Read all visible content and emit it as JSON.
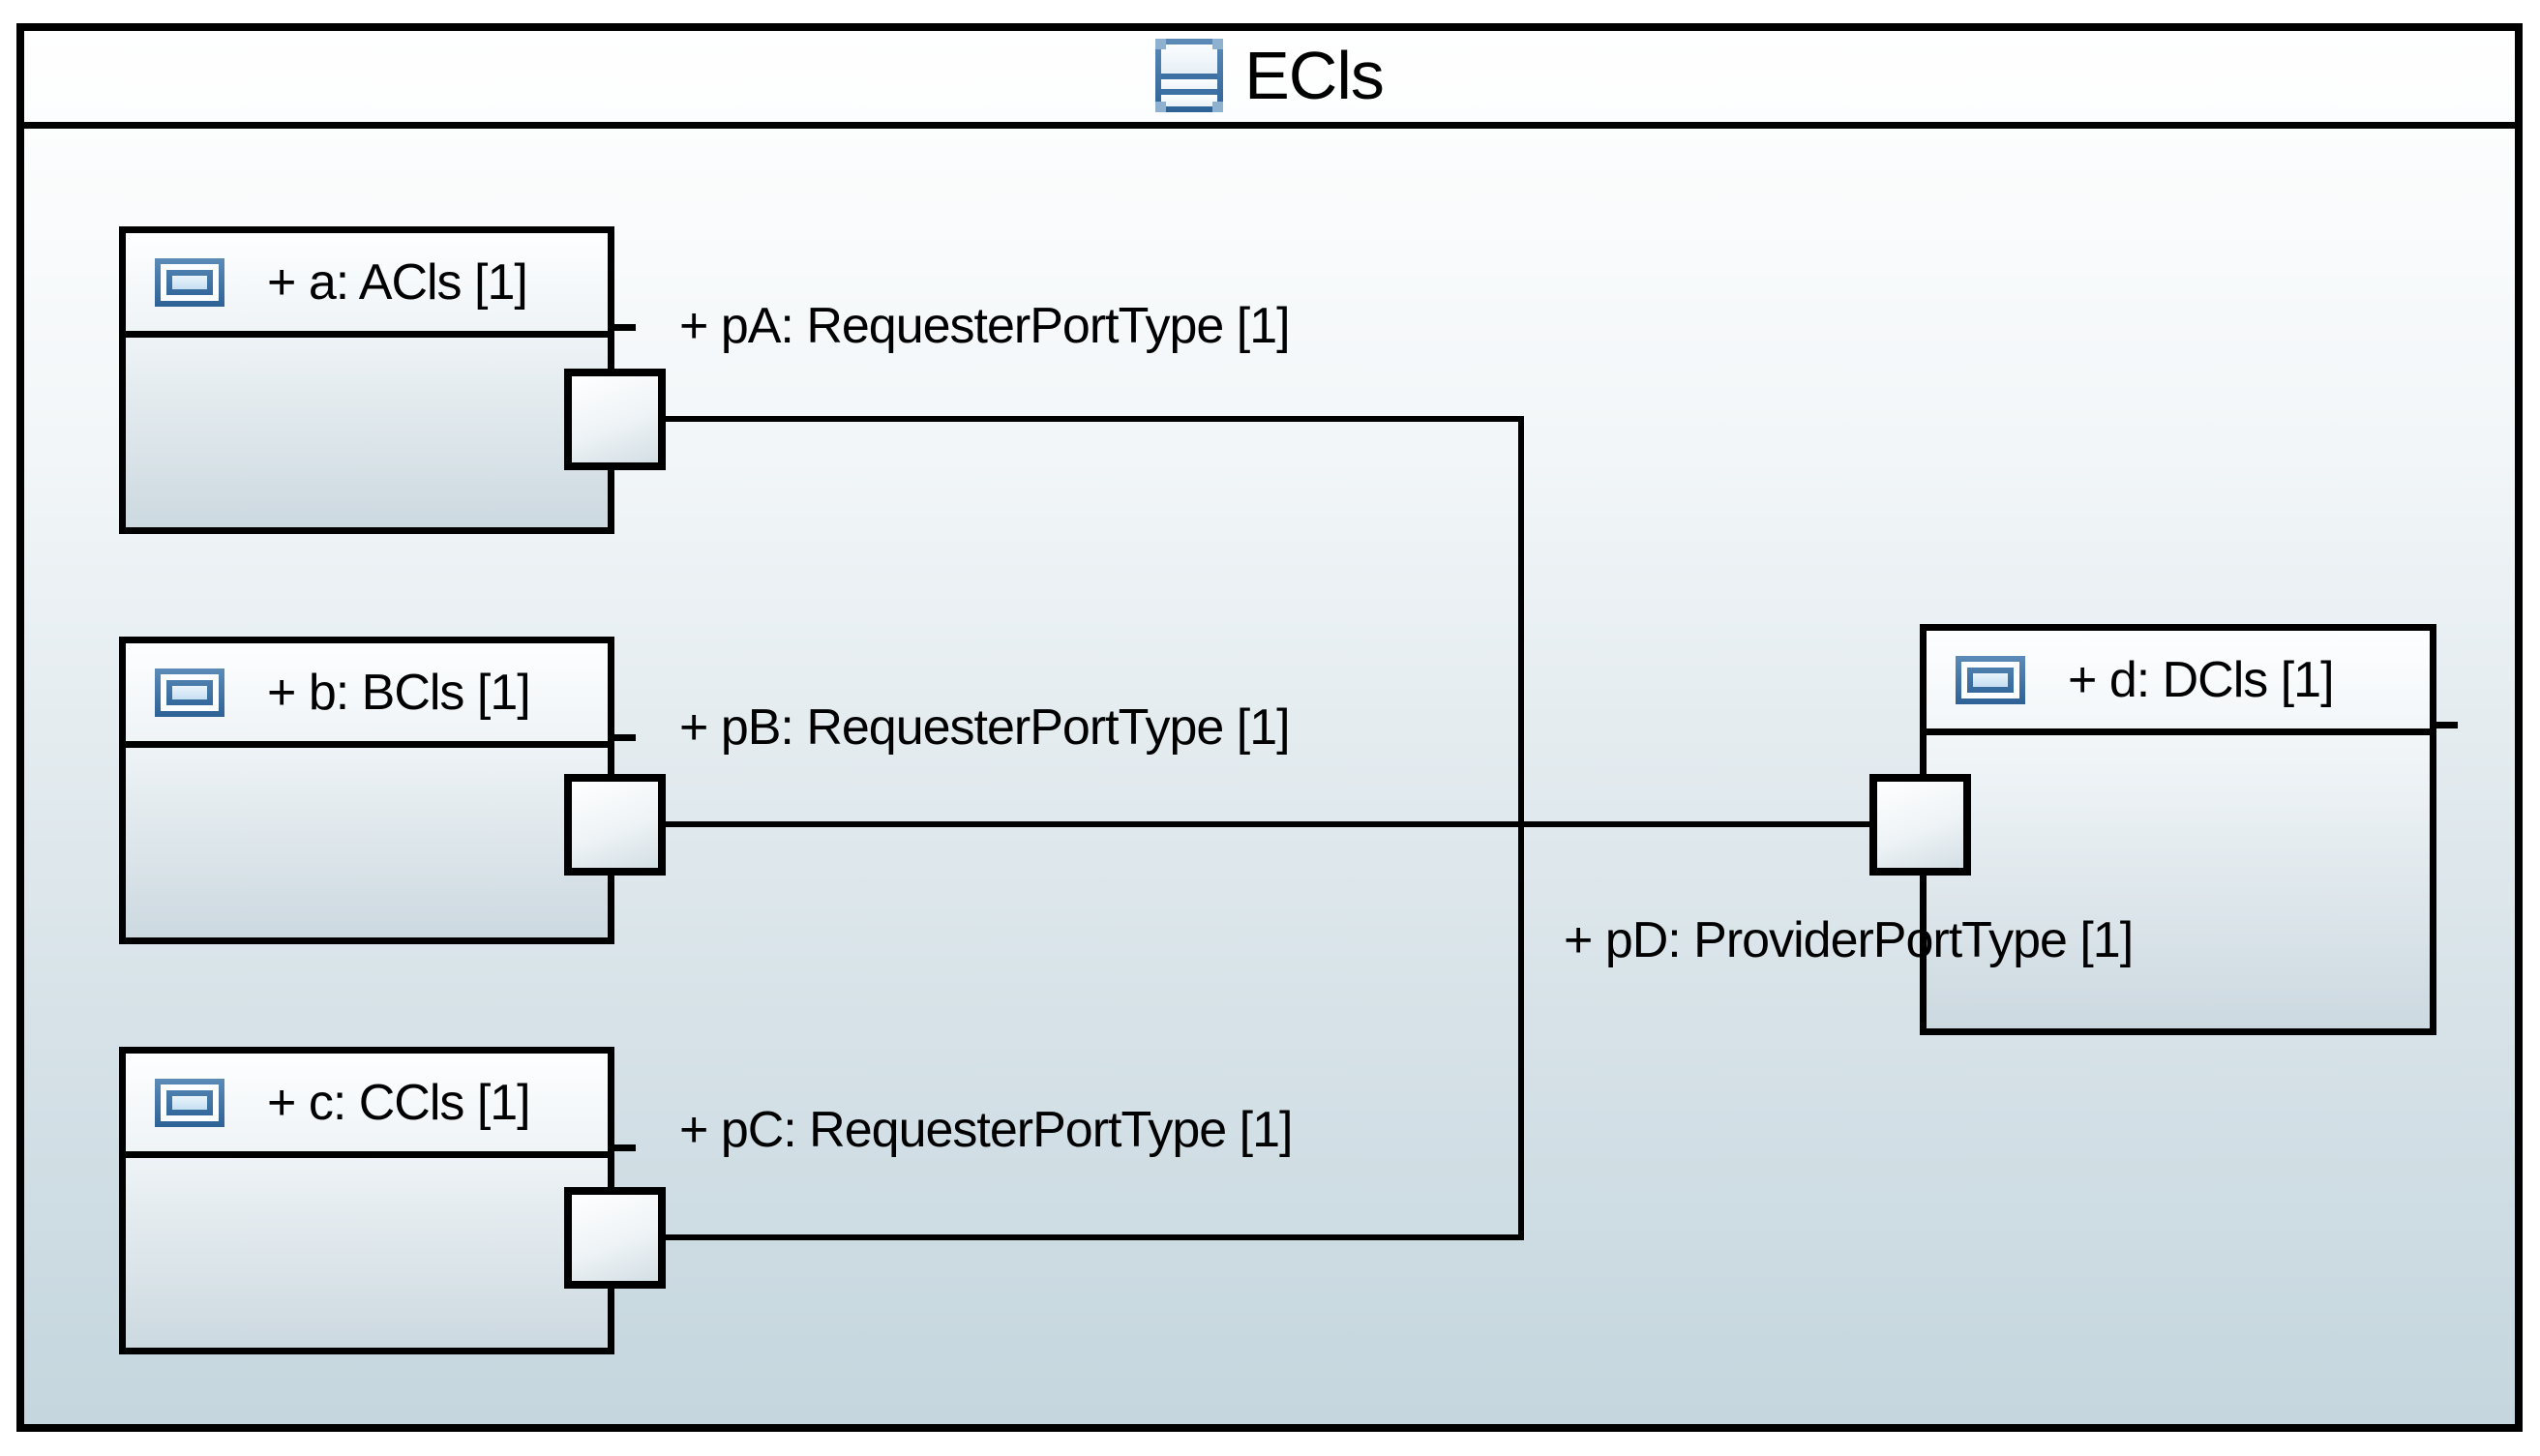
{
  "diagram": {
    "title": "ECls",
    "kind": "uml-composite-structure",
    "parts": [
      {
        "id": "a",
        "label": "+ a: ACls [1]"
      },
      {
        "id": "b",
        "label": "+ b: BCls [1]"
      },
      {
        "id": "c",
        "label": "+ c: CCls [1]"
      },
      {
        "id": "d",
        "label": "+ d: DCls [1]"
      }
    ],
    "port_labels": [
      {
        "id": "pA",
        "label": "+ pA: RequesterPortType [1]"
      },
      {
        "id": "pB",
        "label": "+ pB: RequesterPortType [1]"
      },
      {
        "id": "pC",
        "label": "+ pC: RequesterPortType [1]"
      },
      {
        "id": "pD",
        "label": "+ pD: ProviderPortType [1]"
      }
    ],
    "icons": [
      {
        "name": "class-icon",
        "meaning": "UML class (3 compartments)"
      },
      {
        "name": "part-icon",
        "meaning": "UML part/property"
      }
    ],
    "colors": {
      "line": "#000000",
      "icon_blue": "#3d70a3",
      "icon_blue_light": "#8fb1d0",
      "icon_center_light": "#eaf4fb",
      "frame_gradient_top": "#ffffff",
      "frame_gradient_bottom": "#c5d6de",
      "box_gradient_bottom": "#ccd9e0",
      "port_gradient_bottom": "#d3dfe5",
      "text": "#000000"
    }
  }
}
